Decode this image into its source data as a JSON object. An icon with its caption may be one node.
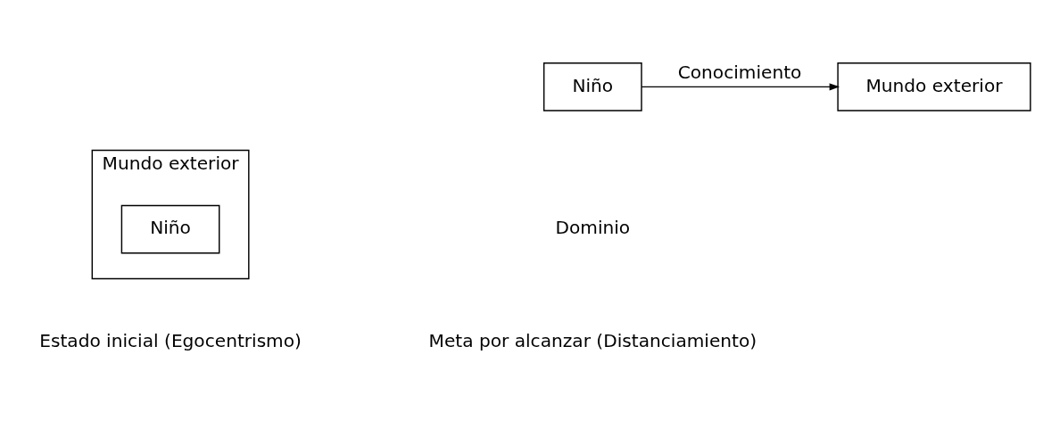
{
  "diagram": {
    "nodes": [
      {
        "text": [
          "Mundo exterior"
        ]
      },
      {
        "text": [
          "Niño"
        ],
        "in": 0
      },
      {
        "text": [
          "Niño"
        ]
      },
      {
        "text": [
          "Mundo exterior"
        ]
      }
    ],
    "edges": [
      {
        "from": 2,
        "to": 3,
        "arrow": "to",
        "label": "Conocimiento"
      }
    ],
    "labels": [
      "Dominio",
      "Estado inicial (Egocentrismo)",
      "Meta por alcanzar (Distanciamiento)"
    ]
  }
}
